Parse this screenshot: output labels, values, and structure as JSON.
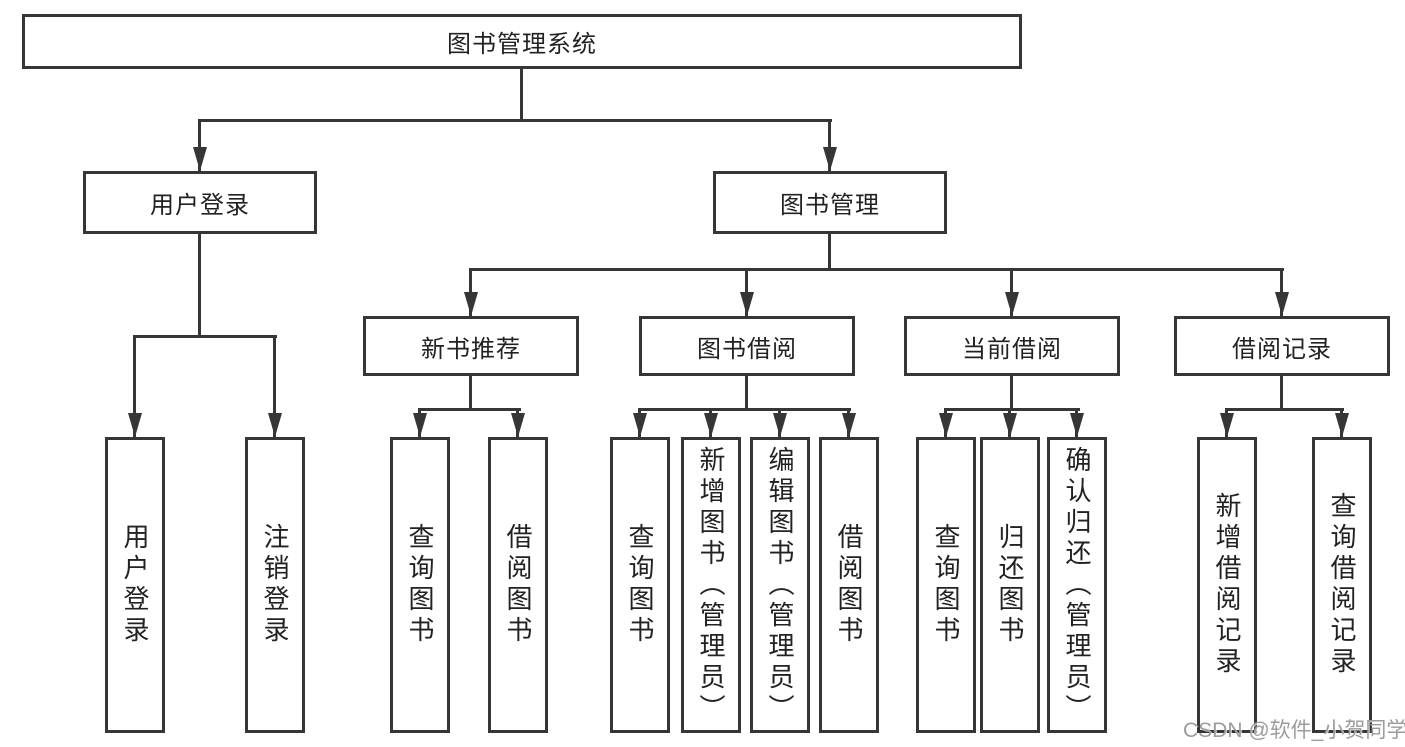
{
  "diagram": {
    "root": {
      "label": "图书管理系统",
      "children": [
        {
          "label": "用户登录",
          "children": [
            {
              "label": "用户登录"
            },
            {
              "label": "注销登录"
            }
          ]
        },
        {
          "label": "图书管理",
          "children": [
            {
              "label": "新书推荐",
              "children": [
                {
                  "label": "查询图书"
                },
                {
                  "label": "借阅图书"
                }
              ]
            },
            {
              "label": "图书借阅",
              "children": [
                {
                  "label": "查询图书"
                },
                {
                  "label": "新增图书（管理员）"
                },
                {
                  "label": "编辑图书（管理员）"
                },
                {
                  "label": "借阅图书"
                }
              ]
            },
            {
              "label": "当前借阅",
              "children": [
                {
                  "label": "查询图书"
                },
                {
                  "label": "归还图书"
                },
                {
                  "label": "确认归还（管理员）"
                }
              ]
            },
            {
              "label": "借阅记录",
              "children": [
                {
                  "label": "新增借阅记录"
                },
                {
                  "label": "查询借阅记录"
                }
              ]
            }
          ]
        }
      ]
    }
  },
  "watermark": {
    "text": "CSDN @软件_小贺同学",
    "color": "#9c9c9c"
  },
  "colors": {
    "line": "#363636",
    "node_border": "#363636",
    "node_background": "#ffffff",
    "text": "#222222",
    "canvas_background": "#ffffff"
  }
}
